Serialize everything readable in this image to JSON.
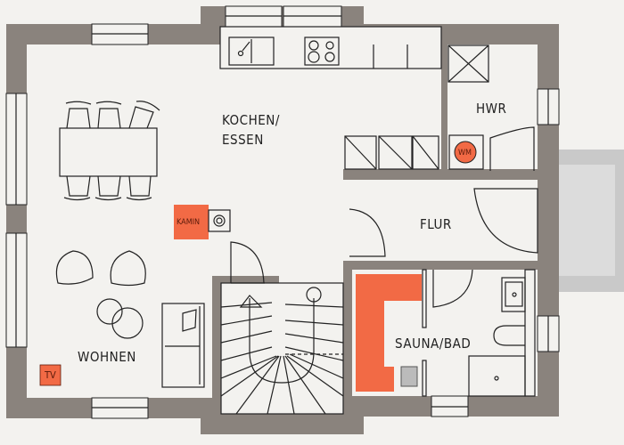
{
  "rooms": {
    "kitchen_line1": "KOCHEN/",
    "kitchen_line2": "ESSEN",
    "utility": "HWR",
    "hallway": "FLUR",
    "sauna_bath": "SAUNA/BAD",
    "living": "WOHNEN"
  },
  "fixtures": {
    "fireplace": "KAMIN",
    "washing_machine": "WM",
    "tv": "TV"
  },
  "colors": {
    "accent": "#f26a45",
    "wall": "#8a837d",
    "background": "#f3f2ef",
    "terrace": "#c9c9c9"
  }
}
